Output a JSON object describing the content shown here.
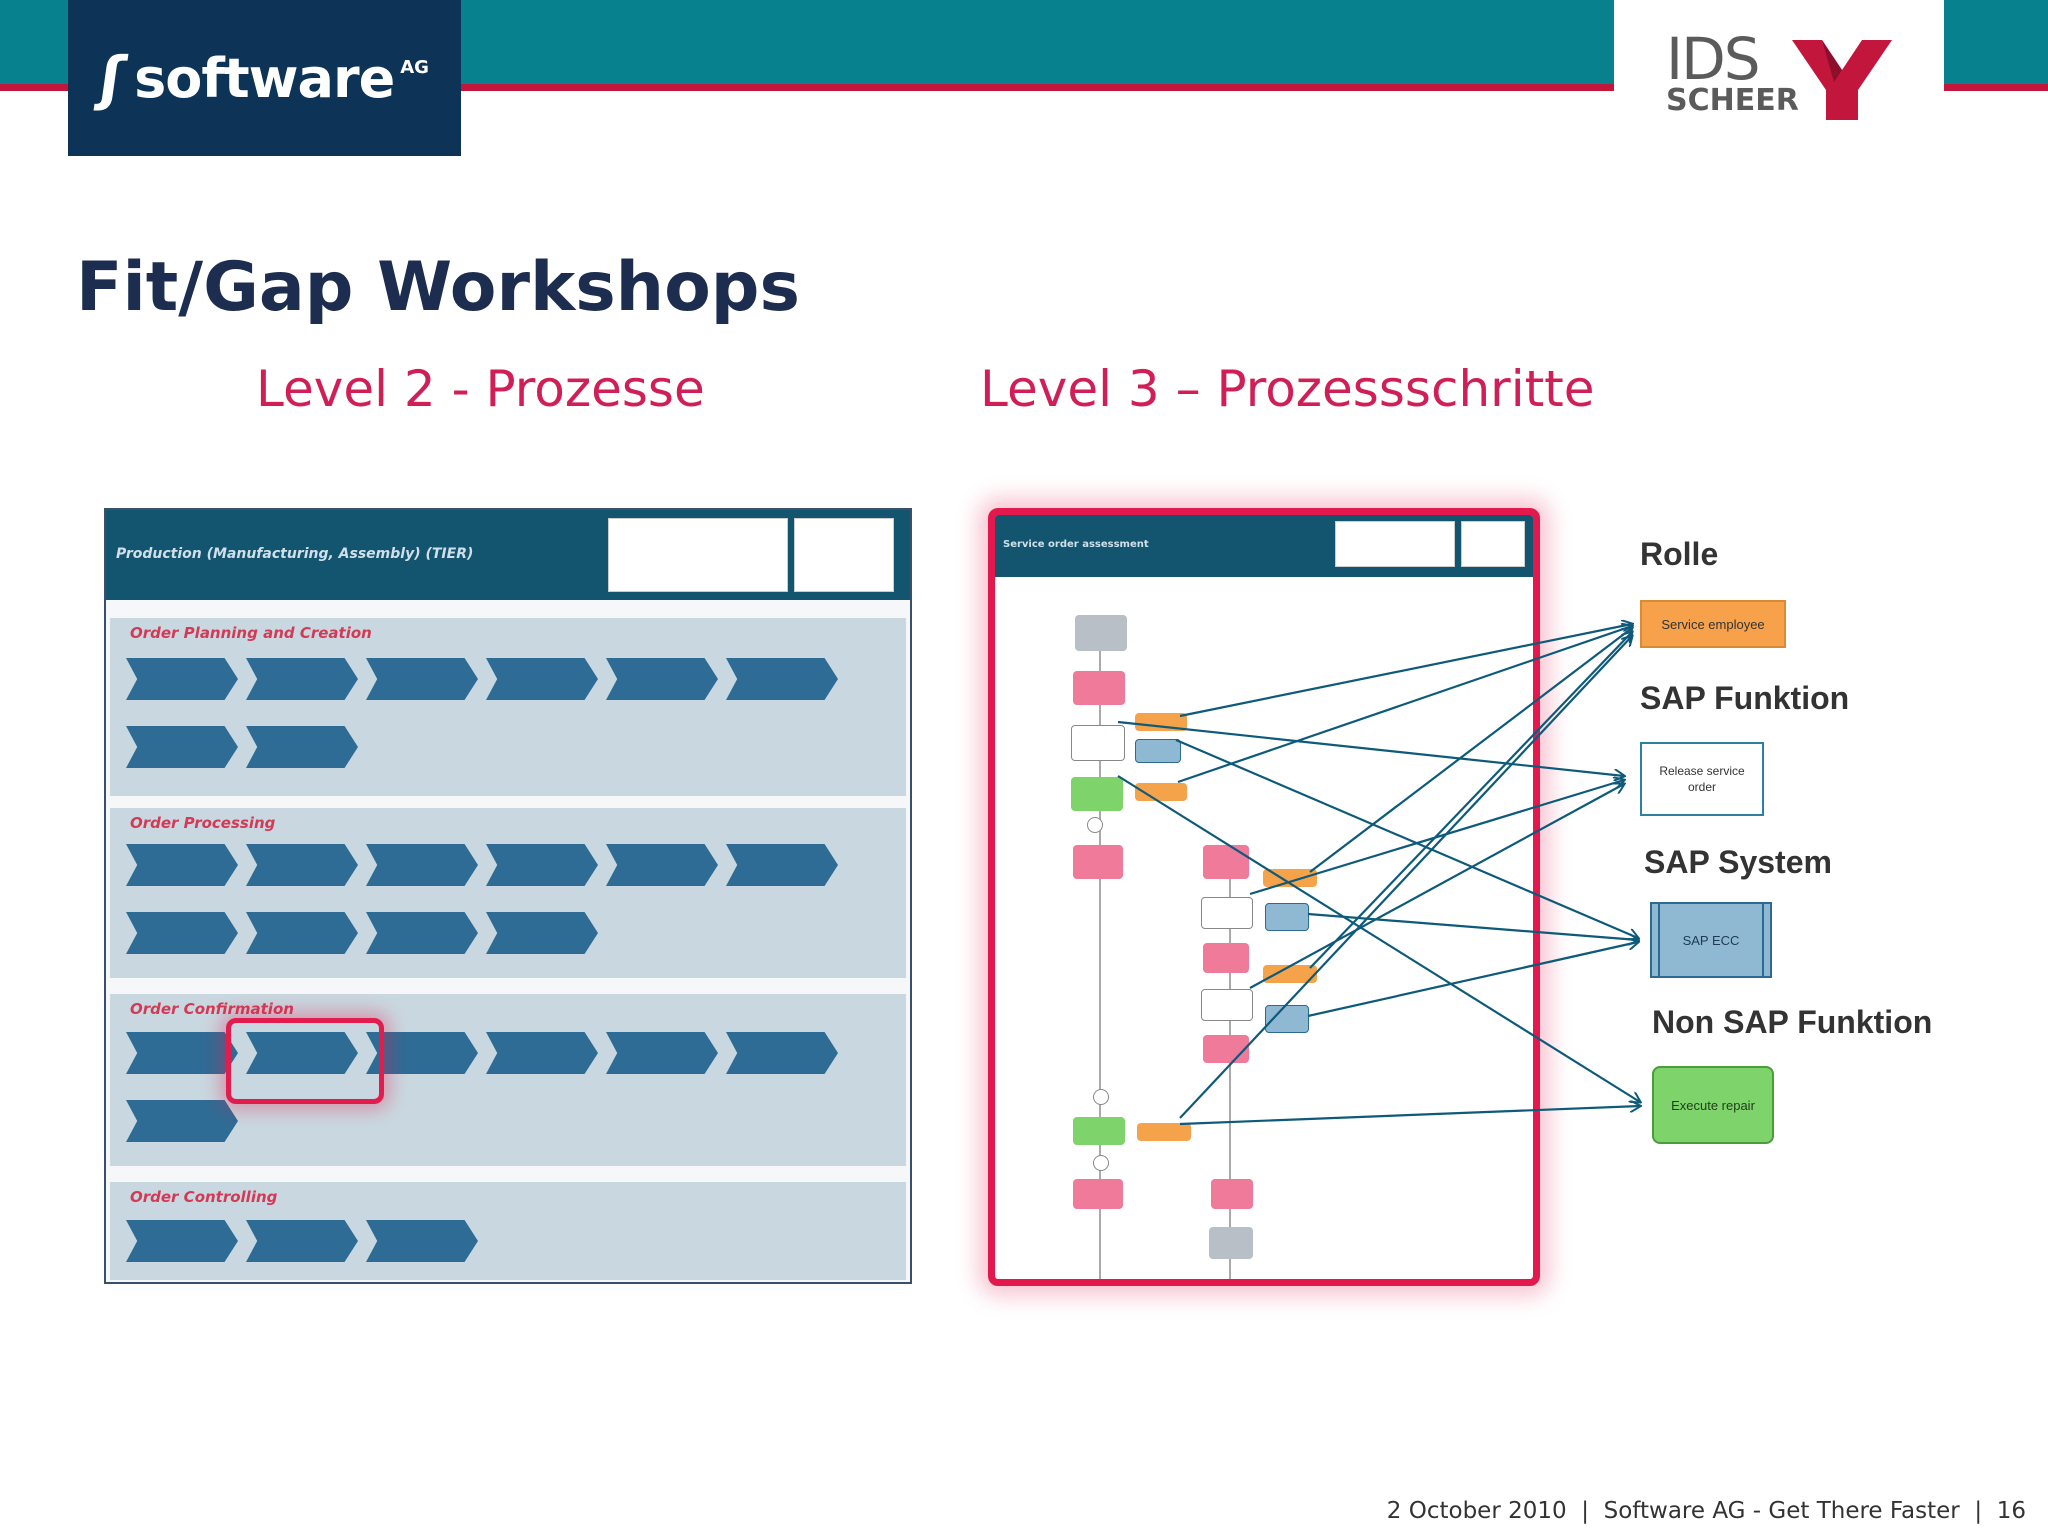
{
  "header": {
    "software_ag_logo": "software",
    "software_ag_suffix": "AG",
    "ids_logo_line1": "IDS",
    "ids_logo_line2": "SCHEER"
  },
  "title": "Fit/Gap Workshops",
  "subheads": {
    "level2": "Level 2 -  Prozesse",
    "level3": "Level 3 – Prozessschritte"
  },
  "level2_screenshot": {
    "header_title": "Production (Manufacturing, Assembly) (TIER)",
    "groups": [
      {
        "title": "Order Planning and Creation"
      },
      {
        "title": "Order Processing"
      },
      {
        "title": "Order Confirmation"
      },
      {
        "title": "Order Controlling"
      }
    ]
  },
  "level3_screenshot": {
    "header_title": "Service order assessment"
  },
  "legend": {
    "rolle": {
      "heading": "Rolle",
      "box": "Service employee"
    },
    "sap_funktion": {
      "heading": "SAP Funktion",
      "box": "Release service order"
    },
    "sap_system": {
      "heading": "SAP System",
      "box": "SAP ECC"
    },
    "non_sap_funktion": {
      "heading": "Non SAP Funktion",
      "box": "Execute repair"
    }
  },
  "colors": {
    "teal_band": "#08818f",
    "red_line": "#c3163c",
    "navy": "#0d3457",
    "subhead_pink": "#d01f56",
    "link_blue": "#0e5a7a"
  },
  "footer": {
    "date": "2 October 2010",
    "slogan": "Software AG - Get There Faster",
    "page": "16"
  }
}
